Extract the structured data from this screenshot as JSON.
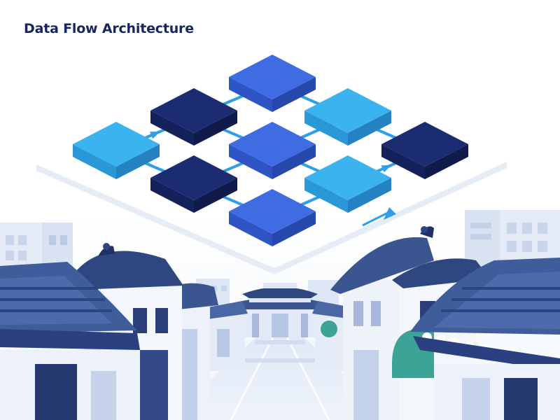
{
  "title": "Data Flow Architecture",
  "colors": {
    "navy": "#1b2c72",
    "royal": "#3f6be3",
    "sky": "#3bb3ee",
    "arrow": "#2f9ee8",
    "roof": "#3a5590",
    "wall": "#e9eef8",
    "teal": "#3ba497"
  },
  "diagram": {
    "blocks": [
      {
        "id": "b-top",
        "shade": "royal"
      },
      {
        "id": "b-upper-left",
        "shade": "navy"
      },
      {
        "id": "b-upper-right",
        "shade": "sky"
      },
      {
        "id": "b-left",
        "shade": "sky"
      },
      {
        "id": "b-center",
        "shade": "royal"
      },
      {
        "id": "b-right",
        "shade": "navy"
      },
      {
        "id": "b-lower-left",
        "shade": "navy"
      },
      {
        "id": "b-lower-right",
        "shade": "sky"
      },
      {
        "id": "b-bottom",
        "shade": "royal"
      }
    ],
    "connections": [
      {
        "from": "b-top",
        "to": "b-upper-left"
      },
      {
        "from": "b-top",
        "to": "b-upper-right"
      },
      {
        "from": "b-upper-left",
        "to": "b-center"
      },
      {
        "from": "b-upper-right",
        "to": "b-center"
      },
      {
        "from": "b-upper-right",
        "to": "b-right"
      },
      {
        "from": "b-left",
        "to": "b-upper-left",
        "arrow": true
      },
      {
        "from": "b-left",
        "to": "b-lower-left"
      },
      {
        "from": "b-center",
        "to": "b-lower-left"
      },
      {
        "from": "b-center",
        "to": "b-lower-right"
      },
      {
        "from": "b-lower-right",
        "to": "b-right",
        "arrow": true
      },
      {
        "from": "b-lower-left",
        "to": "b-bottom"
      },
      {
        "from": "b-lower-right",
        "to": "b-bottom"
      }
    ]
  }
}
